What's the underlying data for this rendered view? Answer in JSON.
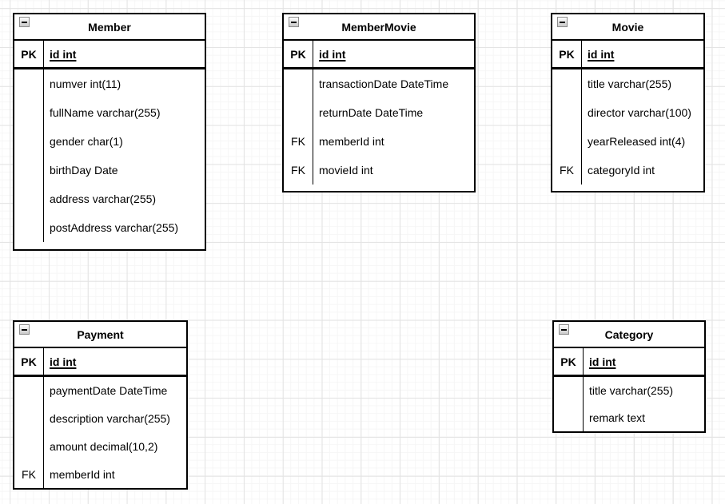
{
  "canvas": {
    "background": "#ffffff",
    "grid_minor_color": "#f6f6f6",
    "grid_major_color": "#e3e3e3",
    "shape_border_color": "#000000",
    "collapse_icon_border_color": "#8c8c8c"
  },
  "tables": [
    {
      "name": "Member",
      "icon": "collapse-minus-icon",
      "pk_label": "PK",
      "pk_field": "id int",
      "rows": [
        {
          "key": "",
          "field": "numver int(11)"
        },
        {
          "key": "",
          "field": "fullName varchar(255)"
        },
        {
          "key": "",
          "field": "gender char(1)"
        },
        {
          "key": "",
          "field": "birthDay Date"
        },
        {
          "key": "",
          "field": "address varchar(255)"
        },
        {
          "key": "",
          "field": "postAddress varchar(255)"
        }
      ]
    },
    {
      "name": "MemberMovie",
      "icon": "collapse-minus-icon",
      "pk_label": "PK",
      "pk_field": "id int",
      "rows": [
        {
          "key": "",
          "field": "transactionDate DateTime"
        },
        {
          "key": "",
          "field": "returnDate DateTime"
        },
        {
          "key": "FK",
          "field": "memberId int"
        },
        {
          "key": "FK",
          "field": "movieId int"
        }
      ]
    },
    {
      "name": "Movie",
      "icon": "collapse-minus-icon",
      "pk_label": "PK",
      "pk_field": "id int",
      "rows": [
        {
          "key": "",
          "field": "title varchar(255)"
        },
        {
          "key": "",
          "field": "director varchar(100)"
        },
        {
          "key": "",
          "field": "yearReleased int(4)"
        },
        {
          "key": "FK",
          "field": "categoryId int"
        }
      ]
    },
    {
      "name": "Payment",
      "icon": "collapse-minus-icon",
      "pk_label": "PK",
      "pk_field": "id int",
      "rows": [
        {
          "key": "",
          "field": "paymentDate DateTime"
        },
        {
          "key": "",
          "field": "description varchar(255)"
        },
        {
          "key": "",
          "field": "amount decimal(10,2)"
        },
        {
          "key": "FK",
          "field": "memberId int"
        }
      ]
    },
    {
      "name": "Category",
      "icon": "collapse-minus-icon",
      "pk_label": "PK",
      "pk_field": "id int",
      "rows": [
        {
          "key": "",
          "field": "title varchar(255)"
        },
        {
          "key": "",
          "field": "remark text"
        }
      ]
    }
  ]
}
